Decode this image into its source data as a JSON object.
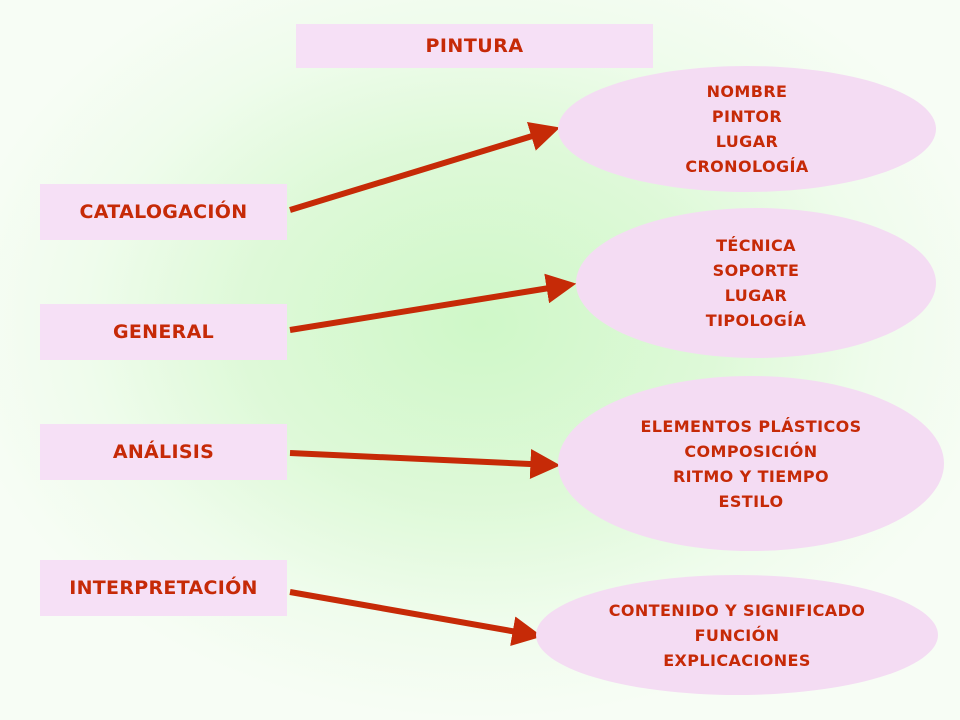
{
  "title": "PINTURA",
  "categories": [
    {
      "label": "CATALOGACIÓN",
      "items": [
        "NOMBRE",
        "PINTOR",
        "LUGAR",
        "CRONOLOGÍA"
      ]
    },
    {
      "label": "GENERAL",
      "items": [
        "TÉCNICA",
        "SOPORTE",
        "LUGAR",
        "TIPOLOGÍA"
      ]
    },
    {
      "label": "ANÁLISIS",
      "items": [
        "ELEMENTOS PLÁSTICOS",
        "COMPOSICIÓN",
        "RITMO Y TIEMPO",
        "ESTILO"
      ]
    },
    {
      "label": "INTERPRETACIÓN",
      "items": [
        "CONTENIDO Y SIGNIFICADO",
        "FUNCIÓN",
        "EXPLICACIONES"
      ]
    }
  ],
  "colors": {
    "text": "#c62a07",
    "arrow": "#c62a07",
    "box_fill": "#f6e0f6",
    "ellipse_fill": "#f4dcf3",
    "background_center": "#cff8c8"
  }
}
